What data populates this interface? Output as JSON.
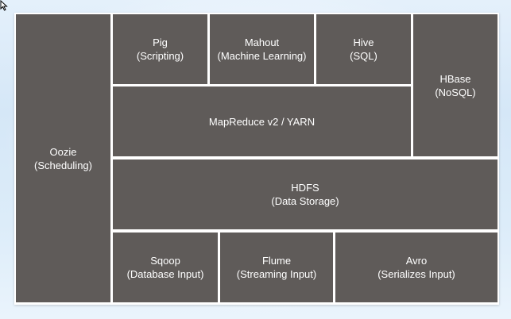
{
  "components": {
    "oozie": {
      "name": "Oozie",
      "role": "(Scheduling)"
    },
    "pig": {
      "name": "Pig",
      "role": "(Scripting)"
    },
    "mahout": {
      "name": "Mahout",
      "role": "(Machine Learning)"
    },
    "hive": {
      "name": "Hive",
      "role": "(SQL)"
    },
    "hbase": {
      "name": "HBase",
      "role": "(NoSQL)"
    },
    "mapreduce": {
      "name": "MapReduce v2 / YARN"
    },
    "hdfs": {
      "name": "HDFS",
      "role": "(Data Storage)"
    },
    "sqoop": {
      "name": "Sqoop",
      "role": "(Database Input)"
    },
    "flume": {
      "name": "Flume",
      "role": "(Streaming Input)"
    },
    "avro": {
      "name": "Avro",
      "role": "(Serializes Input)"
    }
  },
  "colors": {
    "block_fill": "#5f5b59",
    "divider": "#ffffff",
    "text": "#ffffff"
  }
}
